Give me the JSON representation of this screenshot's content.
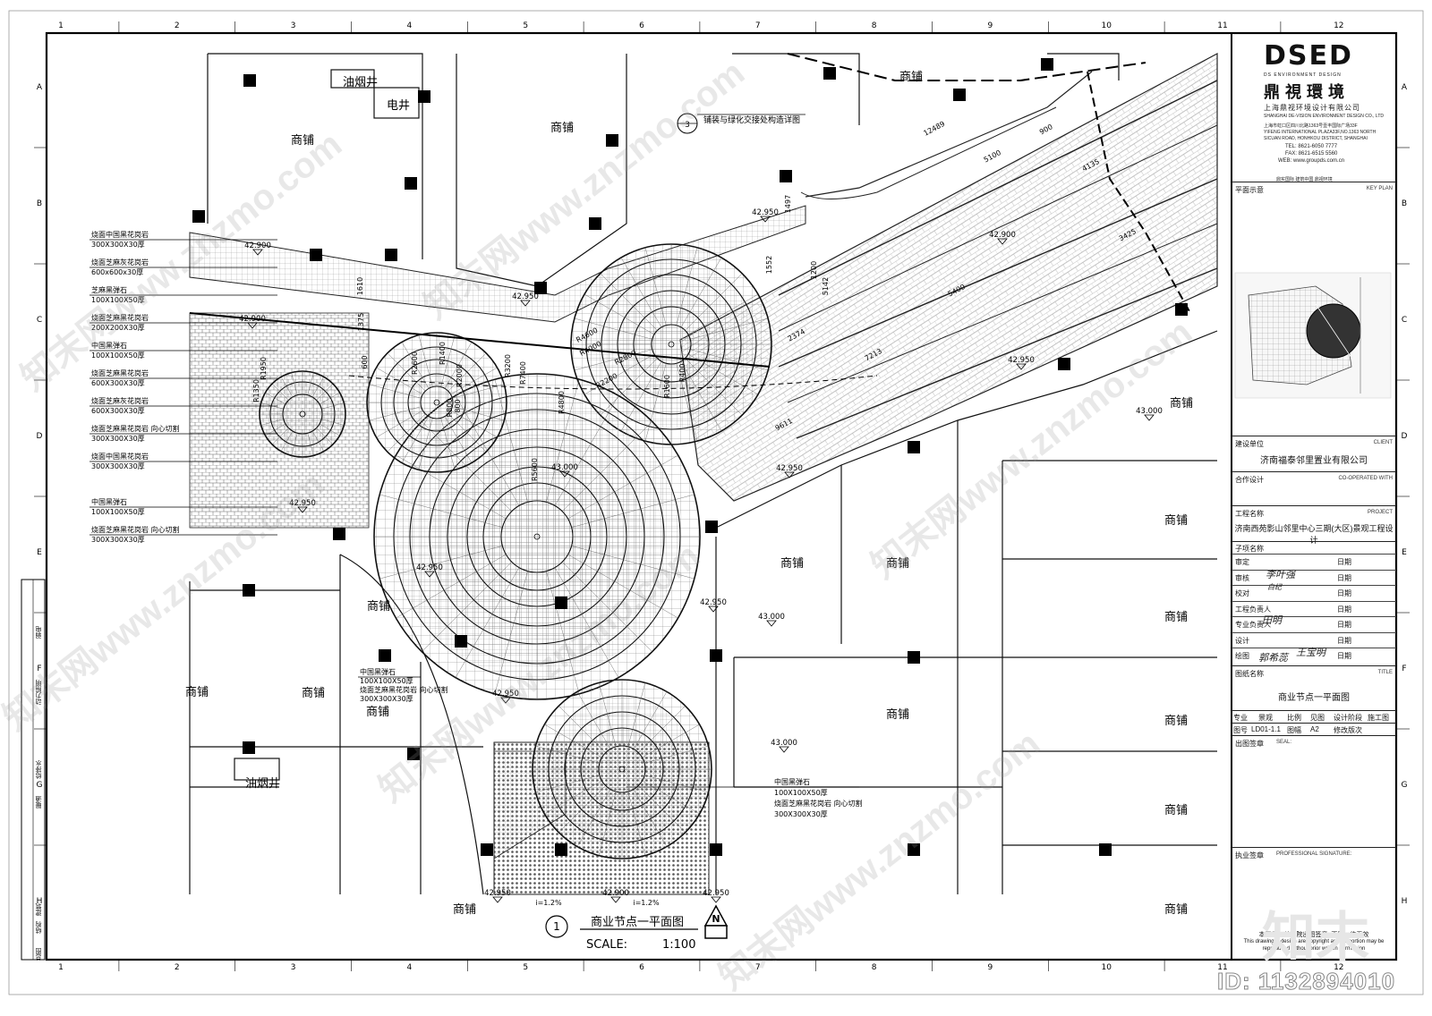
{
  "grid": {
    "columns": [
      "1",
      "2",
      "3",
      "4",
      "5",
      "6",
      "7",
      "8",
      "9",
      "10",
      "11",
      "12"
    ],
    "rows": [
      "A",
      "B",
      "C",
      "D",
      "E",
      "F",
      "G",
      "H"
    ]
  },
  "plan": {
    "shop_label": "商铺",
    "oil_well": "油烟井",
    "elec_well": "电井",
    "detail_callout_num": "3",
    "detail_callout_text": "铺装与绿化交接处构造详图",
    "elevations": [
      "42.950",
      "42.900",
      "43.000"
    ],
    "left_notes": [
      [
        "烧面中国黑花岗岩",
        "300X300X30厚"
      ],
      [
        "烧面芝麻灰花岗岩",
        "600x600x30厚"
      ],
      [
        "芝麻黑弹石",
        "100X100X50厚"
      ],
      [
        "烧面芝麻黑花岗岩",
        "200X200X30厚"
      ],
      [
        "中国黑弹石",
        "100X100X50厚"
      ],
      [
        "烧面芝麻黑花岗岩",
        "600X300X30厚"
      ],
      [
        "烧面芝麻灰花岗岩",
        "600X300X30厚"
      ],
      [
        "烧面芝麻黑花岗岩 向心切割",
        "300X300X30厚"
      ],
      [
        "烧面中国黑花岗岩",
        "300X300X30厚"
      ],
      [
        "中国黑弹石",
        "100X100X50厚"
      ],
      [
        "烧面芝麻黑花岗岩 向心切割",
        "300X300X30厚"
      ]
    ],
    "mid_note": [
      "中国黑弹石",
      "100X100X50厚",
      "烧面芝麻黑花岗岩 向心切割",
      "300X300X30厚"
    ],
    "right_note": [
      "中国黑弹石",
      "100X100X50厚",
      "烧面芝麻黑花岗岩 向心切割",
      "300X300X30厚"
    ],
    "dims": [
      "12489",
      "900",
      "5100",
      "4135",
      "1497",
      "1552",
      "1200",
      "3425",
      "5400",
      "2374",
      "7213",
      "9611",
      "5142",
      "R4600",
      "R4000",
      "R2800",
      "R2200",
      "R1600",
      "R400",
      "R800",
      "R1400",
      "R2000",
      "R2600",
      "R3200",
      "R4800",
      "R5600",
      "R7400",
      "R1350",
      "R1950",
      "600",
      "1375",
      "1610",
      "800"
    ],
    "slope": "i=1.2%",
    "caption_num": "1",
    "caption_title": "商业节点一平面图",
    "scale_label": "SCALE:",
    "scale_value": "1:100",
    "north": "N"
  },
  "left_strip": [
    "暖通",
    "给排水",
    "动力照明",
    "弱电",
    "建筑",
    "结构",
    "总图"
  ],
  "titleblock": {
    "logo": "DSED",
    "logo_sub": "DS ENVIRONMENT DESIGN",
    "logo_cn": "鼎視環境",
    "company_cn": "上海鼎视环境设计有限公司",
    "company_en": "SHANGHAI DE-VISION ENVIRONMENT DESIGN CO., LTD",
    "address_cn": "上海市虹口区四川北路1363号壹丰国际广场33F",
    "address_en1": "YIFENG INTERNATIONAL PLAZA33F,NO.1363 NORTH",
    "address_en2": "SICUAN ROAD, HONHKOU DISTRICT, SHANGHAI",
    "tel": "TEL: 8621-6050 7777",
    "fax": "FAX: 8621-6515 5560",
    "web": "WEB: www.groupds.com.cn",
    "group": "鼎实国际  建筑中国  鼎视环境",
    "key_plan_cn": "平面示意",
    "key_plan_en": "KEY PLAN",
    "client_cn": "建设单位",
    "client_en": "CLIENT",
    "client_value": "济南福泰邻里置业有限公司",
    "coop_cn": "合作设计",
    "coop_en": "CO-OPERATED WITH",
    "project_cn": "工程名称",
    "project_en": "PROJECT",
    "project_value": "济南西苑影山邻里中心三期(大区)景观工程设计",
    "subitem_cn": "子项名称",
    "roles": [
      "审定",
      "审核",
      "校对",
      "工程负责人",
      "专业负责人",
      "设计",
      "绘图"
    ],
    "date_label": "日期",
    "title_cn": "图纸名称",
    "title_en": "TITLE",
    "title_value": "商业节点一平面图",
    "spec_labels": [
      "专业",
      "景观",
      "比例",
      "见图",
      "设计阶段",
      "施工图"
    ],
    "num_labels": [
      "图号",
      "LD01-1.1",
      "图幅",
      "A2",
      "修改版次",
      ""
    ],
    "seal_cn": "出图签章",
    "seal_en": "SEAL:",
    "prof_cn": "执业签章",
    "prof_en": "PROFESSIONAL SIGNATURE:",
    "note1": "本图须加盖本院出图签章, 否则一律无效",
    "note2": "This drawing & design are copyright and no portion may be",
    "note3": "reproduced without prior written permission"
  },
  "watermark": {
    "site": "知末网www.znzmo.com",
    "brand": "知末",
    "id": "ID: 1132894010"
  }
}
